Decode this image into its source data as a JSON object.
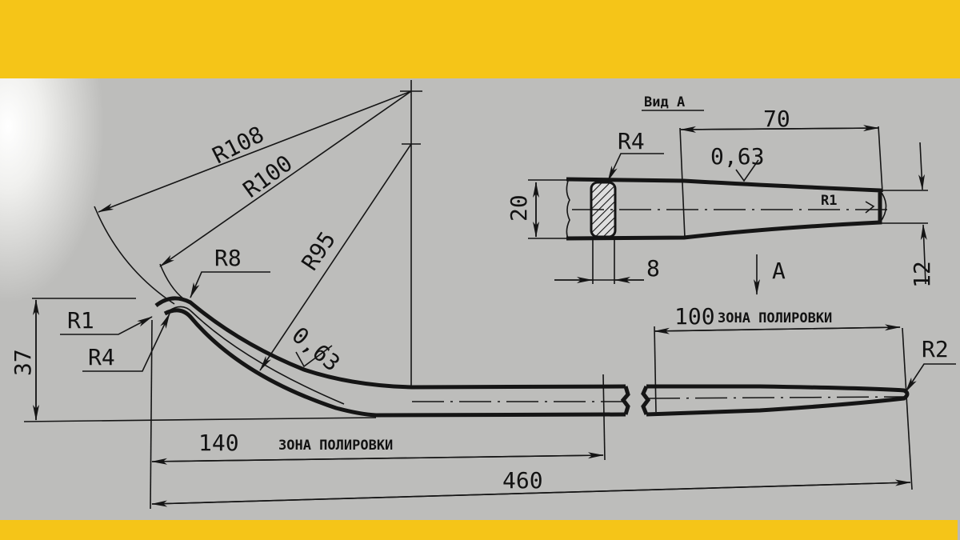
{
  "drawing": {
    "view_label": "Вид А",
    "view_arrow_label": "A",
    "radii": {
      "r108": "R108",
      "r100": "R100",
      "r95": "R95",
      "r8": "R8",
      "r1_bend": "R1",
      "r4_bend": "R4",
      "r4_section": "R4",
      "r1_tip": "R1",
      "r2_tip": "R2"
    },
    "roughness": {
      "bend": "0,63",
      "view": "0,63"
    },
    "dimensions": {
      "height": "37",
      "polish_left": "140",
      "polish_left_label": "ЗОНА ПОЛИРОВКИ",
      "polish_right": "100",
      "polish_right_label": "ЗОНА ПОЛИРОВКИ",
      "total_length": "460",
      "view_width": "20",
      "view_thickness": "8",
      "view_taper_length": "70",
      "view_tip_width": "12"
    }
  },
  "colors": {
    "band": "#f5c518",
    "paper": "#bdbdbb",
    "ink": "#151515"
  }
}
